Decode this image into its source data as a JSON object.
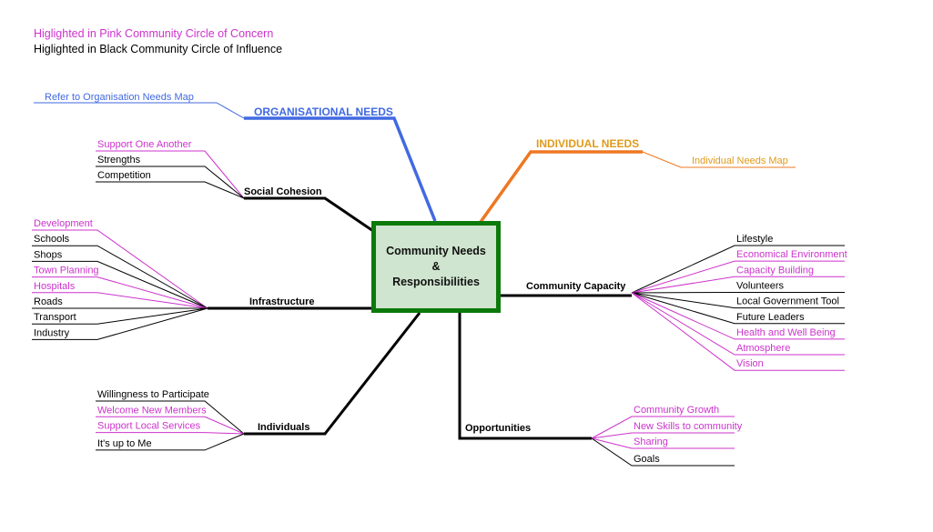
{
  "colors": {
    "concern": "#cc33cc",
    "influence": "#000000",
    "organisational": "#4169e1",
    "individual": "#ee7722",
    "individual_text": "#e09a1a",
    "center_border": "#0b7a0b",
    "center_fill": "#cfe5cf"
  },
  "legend": {
    "concern": "Higlighted in Pink Community Circle of Concern",
    "influence": "Higlighted in Black Community Circle of Influence"
  },
  "center": {
    "line1": "Community Needs",
    "line2": "&",
    "line3": "Responsibilities"
  },
  "organisational": {
    "label": "ORGANISATIONAL NEEDS",
    "link": "Refer to Organisation Needs Map"
  },
  "individual": {
    "label": "INDIVIDUAL NEEDS",
    "link": "Individual Needs Map"
  },
  "branches": {
    "social_cohesion": {
      "label": "Social Cohesion",
      "items": [
        {
          "text": "Support One Another",
          "type": "concern"
        },
        {
          "text": "Strengths",
          "type": "influence"
        },
        {
          "text": "Competition",
          "type": "influence"
        }
      ]
    },
    "infrastructure": {
      "label": "Infrastructure",
      "items": [
        {
          "text": "Development",
          "type": "concern"
        },
        {
          "text": "Schools",
          "type": "influence"
        },
        {
          "text": "Shops",
          "type": "influence"
        },
        {
          "text": "Town Planning",
          "type": "concern"
        },
        {
          "text": "Hospitals",
          "type": "concern"
        },
        {
          "text": "Roads",
          "type": "influence"
        },
        {
          "text": "Transport",
          "type": "influence"
        },
        {
          "text": "Industry",
          "type": "influence"
        }
      ]
    },
    "individuals": {
      "label": "Individuals",
      "items": [
        {
          "text": "Willingness to Participate",
          "type": "influence"
        },
        {
          "text": "Welcome New Members",
          "type": "concern"
        },
        {
          "text": "Support Local Services",
          "type": "concern"
        },
        {
          "text": "It's up to Me",
          "type": "influence"
        }
      ]
    },
    "community_capacity": {
      "label": "Community Capacity",
      "items": [
        {
          "text": "Lifestyle",
          "type": "influence"
        },
        {
          "text": "Economical Environment",
          "type": "concern"
        },
        {
          "text": "Capacity Building",
          "type": "concern"
        },
        {
          "text": "Volunteers",
          "type": "influence"
        },
        {
          "text": "Local Government Tool",
          "type": "influence"
        },
        {
          "text": "Future Leaders",
          "type": "influence"
        },
        {
          "text": "Health and Well Being",
          "type": "concern"
        },
        {
          "text": "Atmosphere",
          "type": "concern"
        },
        {
          "text": "Vision",
          "type": "concern"
        }
      ]
    },
    "opportunities": {
      "label": "Opportunities",
      "items": [
        {
          "text": "Community Growth",
          "type": "concern"
        },
        {
          "text": "New Skills to community",
          "type": "concern"
        },
        {
          "text": "Sharing",
          "type": "concern"
        },
        {
          "text": "Goals",
          "type": "influence"
        }
      ]
    }
  }
}
